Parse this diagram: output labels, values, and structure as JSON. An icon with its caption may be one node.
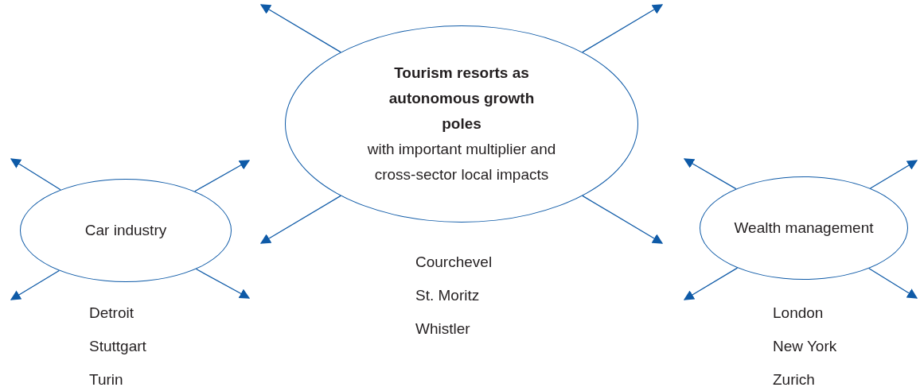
{
  "diagram": {
    "nodes": [
      {
        "text": [
          "Car industry"
        ],
        "beside": [
          "Detroit",
          "Stuttgart",
          "Turin"
        ]
      },
      {
        "text": [
          "Tourism resorts as autonomous growth poles",
          "with important multiplier and cross-sector local impacts"
        ],
        "beside": [
          "Courchevel",
          "St. Moritz",
          "Whistler"
        ]
      },
      {
        "text": [
          "Wealth management"
        ],
        "beside": [
          "London",
          "New York",
          "Zurich"
        ]
      }
    ],
    "edges": [
      {
        "from": 0,
        "to": null,
        "arrow": "to"
      },
      {
        "from": 0,
        "to": null,
        "arrow": "to"
      },
      {
        "from": 0,
        "to": null,
        "arrow": "to"
      },
      {
        "from": 0,
        "to": null,
        "arrow": "to"
      },
      {
        "from": 1,
        "to": null,
        "arrow": "to"
      },
      {
        "from": 1,
        "to": null,
        "arrow": "to"
      },
      {
        "from": 1,
        "to": null,
        "arrow": "to"
      },
      {
        "from": 1,
        "to": null,
        "arrow": "to"
      },
      {
        "from": 2,
        "to": null,
        "arrow": "to"
      },
      {
        "from": 2,
        "to": null,
        "arrow": "to"
      },
      {
        "from": 2,
        "to": null,
        "arrow": "to"
      },
      {
        "from": 2,
        "to": null,
        "arrow": "to"
      }
    ]
  }
}
